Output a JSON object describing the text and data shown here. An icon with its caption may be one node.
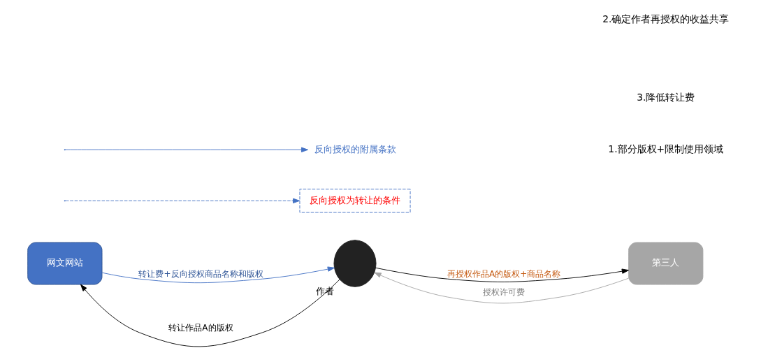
{
  "diagram": {
    "nodes": [
      {
        "text": [
          "网文网站"
        ]
      },
      {
        "text": [],
        "shape": "person",
        "beside": [
          "作者"
        ]
      },
      {
        "text": [
          "第三人"
        ]
      },
      {
        "text": [
          "反向授权为转让的条件"
        ]
      },
      {
        "text": [
          "反向授权的附属条款"
        ]
      }
    ],
    "edges": [
      {
        "from": 1,
        "to": 0,
        "arrow": "to",
        "label": "转让作品A的版权",
        "color": "#000000"
      },
      {
        "from": 0,
        "to": 1,
        "arrow": "to",
        "label": "转让费+反向授权商品名称和版权",
        "color": "#4472c4"
      },
      {
        "from": 1,
        "to": 2,
        "arrow": "to",
        "label": "再授权作品A的版权+商品名称",
        "color": "#000000"
      },
      {
        "from": 2,
        "to": 1,
        "arrow": "to",
        "label": "授权许可费",
        "color": "#a6a6a6"
      },
      {
        "from": null,
        "to": 3,
        "arrow": "to",
        "style": "dashed",
        "color": "#4472c4"
      },
      {
        "from": null,
        "to": 4,
        "arrow": "to",
        "color": "#4472c4"
      }
    ],
    "labels": [
      "1.部分版权+限制使用领域",
      "2.确定作者再授权的收益共享",
      "3.降低转让费"
    ]
  }
}
